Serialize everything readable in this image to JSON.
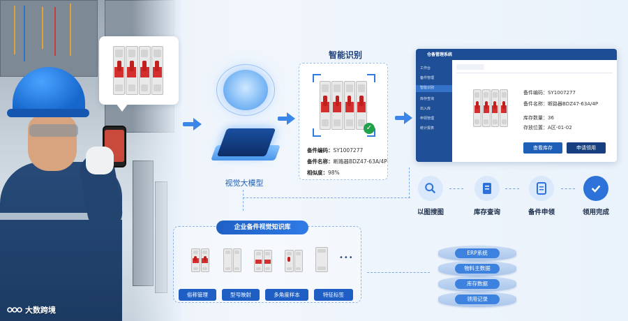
{
  "recognition": {
    "title": "智能识别",
    "code_label": "备件编码：",
    "code_value": "SY1007277",
    "name_label": "备件名称：",
    "name_value": "断路器BDZ47-63A/4P",
    "similarity_label": "相似度：",
    "similarity_value": "98%"
  },
  "ai_model": {
    "label": "视觉大模型"
  },
  "app": {
    "title": "仓备管理系统",
    "sidebar": [
      "工作台",
      "备件管理",
      "智能识别",
      "库存查询",
      "出入库",
      "申领管理",
      "统计报表"
    ],
    "code_label": "备件编码：",
    "code_value": "SY1007277",
    "name_label": "备件名称：",
    "name_value": "断路器BDZ47-63A/4P",
    "qty_label": "库存数量：",
    "qty_value": "36",
    "loc_label": "存放位置：",
    "loc_value": "A区-01-02",
    "btn_stock": "查看库存",
    "btn_apply": "申请领用"
  },
  "workflow": [
    {
      "label": "以图搜图",
      "icon": "search-icon"
    },
    {
      "label": "库存查询",
      "icon": "document-icon"
    },
    {
      "label": "备件申领",
      "icon": "form-icon"
    },
    {
      "label": "领用完成",
      "icon": "check-icon"
    }
  ],
  "knowledge_base": {
    "title": "企业备件视觉知识库",
    "tags": [
      "俗称管理",
      "型号映射",
      "多角度样本",
      "特征标签"
    ],
    "more": "•••"
  },
  "database": {
    "layers": [
      "ERP系统",
      "物料主数据",
      "库存数据",
      "领用记录"
    ]
  },
  "brand": {
    "name": "大数跨境"
  },
  "colors": {
    "primary": "#1f5fc4",
    "accent": "#2f7be6",
    "success": "#22a04a"
  }
}
